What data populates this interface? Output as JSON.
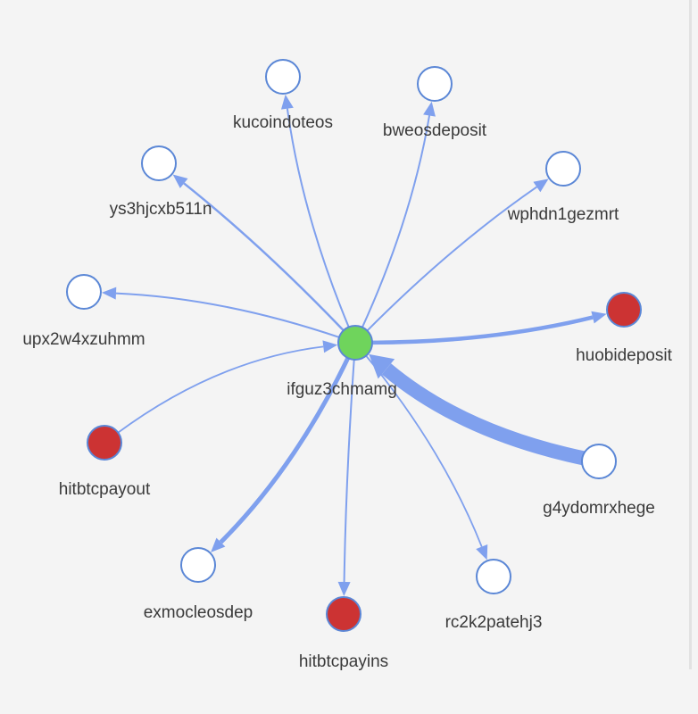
{
  "colors": {
    "background": "#f4f4f4",
    "edge": "#7fa0ee",
    "node_stroke": "#5b87d6",
    "node_default": "#ffffff",
    "node_center": "#6fd45c",
    "node_red": "#cc3333",
    "label": "#3a3a3a"
  },
  "graph": {
    "center": "ifguz3chmamg",
    "nodes": [
      {
        "id": "ifguz3chmamg",
        "label": "ifguz3chmamg",
        "fill": "green"
      },
      {
        "id": "kucoindoteos",
        "label": "kucoindoteos",
        "fill": "white"
      },
      {
        "id": "bweosdeposit",
        "label": "bweosdeposit",
        "fill": "white"
      },
      {
        "id": "ys3hjcxb511n",
        "label": "ys3hjcxb511n",
        "fill": "white"
      },
      {
        "id": "wphdn1gezmrt",
        "label": "wphdn1gezmrt",
        "fill": "white"
      },
      {
        "id": "upx2w4xzuhmm",
        "label": "upx2w4xzuhmm",
        "fill": "white"
      },
      {
        "id": "huobideposit",
        "label": "huobideposit",
        "fill": "red"
      },
      {
        "id": "hitbtcpayout",
        "label": "hitbtcpayout",
        "fill": "red"
      },
      {
        "id": "g4ydomrxhege",
        "label": "g4ydomrxhege",
        "fill": "white"
      },
      {
        "id": "exmocleosdep",
        "label": "exmocleosdep",
        "fill": "white"
      },
      {
        "id": "hitbtcpayins",
        "label": "hitbtcpayins",
        "fill": "red"
      },
      {
        "id": "rc2k2patehj3",
        "label": "rc2k2patehj3",
        "fill": "white"
      }
    ],
    "edges": [
      {
        "from": "ifguz3chmamg",
        "to": "kucoindoteos",
        "weight": 2
      },
      {
        "from": "ifguz3chmamg",
        "to": "bweosdeposit",
        "weight": 2
      },
      {
        "from": "ifguz3chmamg",
        "to": "ys3hjcxb511n",
        "weight": 2.5
      },
      {
        "from": "ifguz3chmamg",
        "to": "wphdn1gezmrt",
        "weight": 2
      },
      {
        "from": "ifguz3chmamg",
        "to": "upx2w4xzuhmm",
        "weight": 2
      },
      {
        "from": "ifguz3chmamg",
        "to": "huobideposit",
        "weight": 4.5
      },
      {
        "from": "hitbtcpayout",
        "to": "ifguz3chmamg",
        "weight": 1.8
      },
      {
        "from": "g4ydomrxhege",
        "to": "ifguz3chmamg",
        "weight": 16
      },
      {
        "from": "ifguz3chmamg",
        "to": "exmocleosdep",
        "weight": 5
      },
      {
        "from": "ifguz3chmamg",
        "to": "hitbtcpayins",
        "weight": 2
      },
      {
        "from": "ifguz3chmamg",
        "to": "rc2k2patehj3",
        "weight": 1.8
      }
    ]
  }
}
